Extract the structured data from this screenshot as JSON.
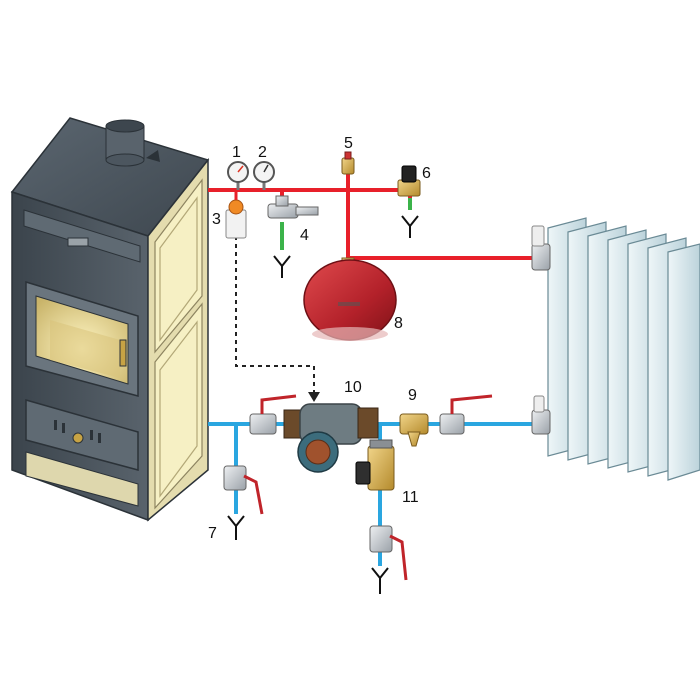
{
  "labels": {
    "l1": "1",
    "l2": "2",
    "l3": "3",
    "l4": "4",
    "l5": "5",
    "l6": "6",
    "l7": "7",
    "l8": "8",
    "l9": "9",
    "l10": "10",
    "l11": "11"
  },
  "colors": {
    "hot_pipe": "#e8202a",
    "cold_pipe": "#2aa6e0",
    "drain_pipe": "#3bb34a",
    "stove_body": "#4f5a62",
    "stove_panel": "#f6f0c4",
    "tank": "#c0242a",
    "radiator": "#cfe3ea"
  },
  "icons": {
    "drain": "drain-symbol-icon",
    "gauge": "gauge-icon",
    "valve": "ball-valve-icon"
  }
}
